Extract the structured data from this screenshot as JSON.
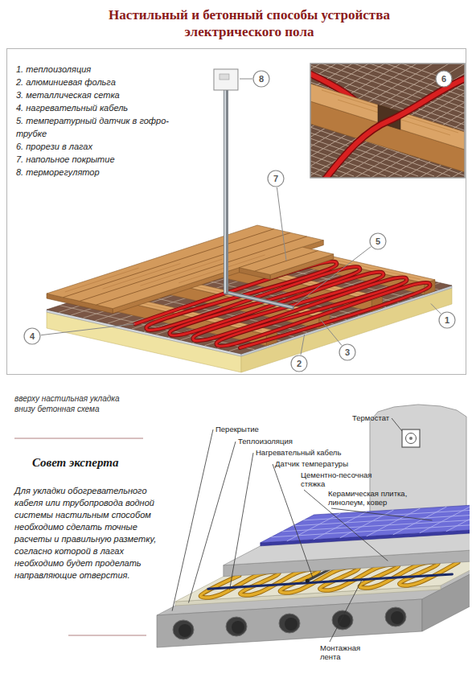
{
  "diagram": {
    "title": "Настильный и бетонный способы устройства электрического пола",
    "labels": [
      "1. теплоизоляция",
      "2. алюминиевая фольга",
      "3. металлическая сетка",
      "4. нагревательный кабель",
      "5. температурный датчик в гофро-трубке",
      "6. прорези в лагах",
      "7. напольное покрытие",
      "8. терморегулятор",
      "8",
      "6",
      "7",
      "5",
      "1",
      "4",
      "2",
      "3",
      "вверху настильная укладка внизу бетонная схема",
      "Совет эксперта",
      "Для укладки обогревательного кабеля или трубопровода водной системы настильным способом необходимо сделать точные расчеты и правильную разметку, согласно которой в лагах необходимо будет проделать направляющие отверстия.",
      "Термостат",
      "Перекрытие",
      "Теплоизоляция",
      "Нагревательный кабель",
      "Датчик температуры",
      "Цементно-песочная стяжка",
      "Керамическая плитка, линолеум, ковер",
      "Монтажная лента"
    ]
  }
}
